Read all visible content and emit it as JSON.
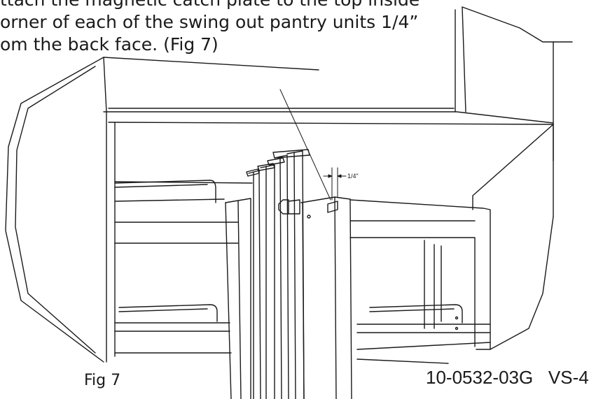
{
  "instructions": {
    "line1": "ttach the magnetic catch plate to the top inside",
    "line2": "orner of each of the swing out pantry units 1/4”",
    "line3": "om the back face. (Fig 7)"
  },
  "dimension_label": "1/4\"",
  "figure_caption": "Fig 7",
  "document_code": "10-0532-03G   VS-4",
  "icons": {
    "drawing": "cabinet-swing-out-pantry-line-drawing"
  }
}
